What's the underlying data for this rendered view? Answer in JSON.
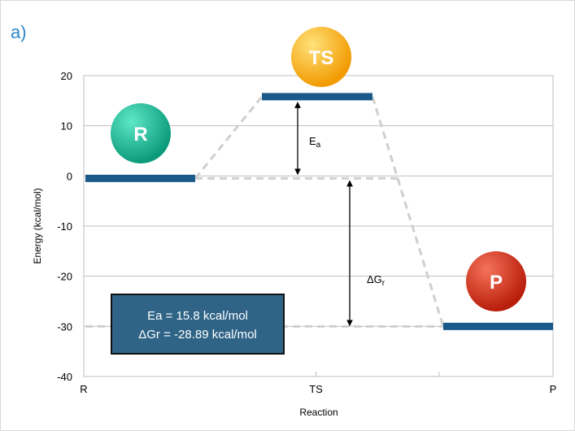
{
  "panel_label": "a)",
  "chart_data": {
    "type": "line",
    "xlabel": "Reaction",
    "ylabel": "Energy (kcal/mol)",
    "ylim": [
      -40,
      20
    ],
    "yticks": [
      20,
      10,
      0,
      -10,
      -20,
      -30,
      -40
    ],
    "grid": true,
    "x_tick_labels": [
      "R",
      "TS",
      "P"
    ],
    "states": [
      {
        "label": "R",
        "energy": -0.5,
        "color": "#1ab394"
      },
      {
        "label": "TS",
        "energy": 15.8,
        "color": "#f5b400"
      },
      {
        "label": "P",
        "energy": -30.0,
        "color": "#d9341a"
      }
    ],
    "annotations": {
      "ea_label": "Ea",
      "dg_label": "ΔGr"
    },
    "summary_box": {
      "line1": "Ea = 15.8 kcal/mol",
      "line2": "ΔGr = -28.89 kcal/mol"
    },
    "colors": {
      "level_line": "#1a5a8a",
      "connector": "#cfcfcf",
      "box_fill": "#2f6487"
    }
  }
}
